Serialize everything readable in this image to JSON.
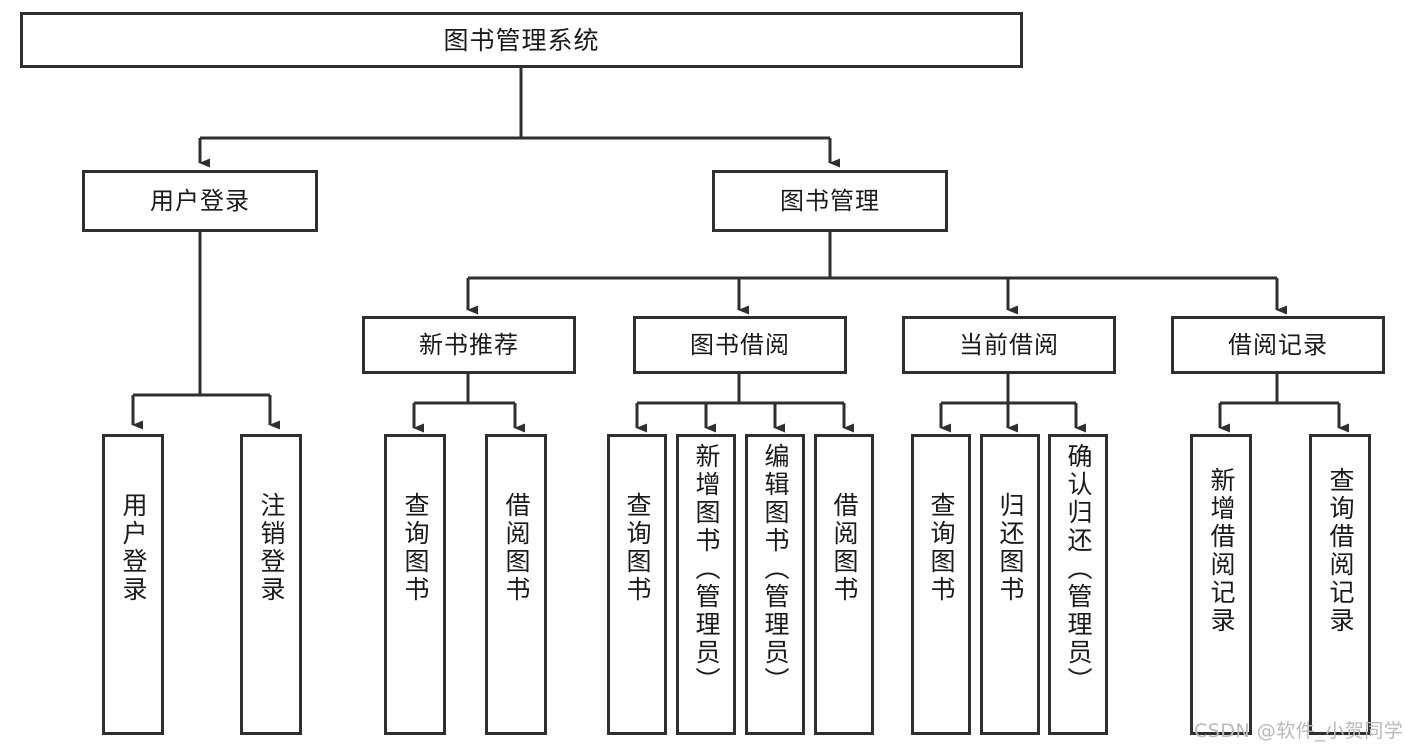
{
  "diagram": {
    "type": "tree",
    "title": "图书管理系统",
    "watermark": "CSDN @软件_小贺同学",
    "colors": {
      "box_border": "#2f2f2f",
      "box_fill": "#ffffff",
      "edge": "#2f2f2f",
      "text": "#1a1a1a",
      "watermark": "#b9b9b9",
      "background": "#ffffff"
    },
    "levels": {
      "root": {
        "label": "图书管理系统"
      },
      "level1": [
        {
          "id": "user-login",
          "label": "用户登录"
        },
        {
          "id": "book-manage",
          "label": "图书管理"
        }
      ],
      "level2": [
        {
          "id": "new-book-recommend",
          "label": "新书推荐",
          "parent": "book-manage"
        },
        {
          "id": "book-borrow",
          "label": "图书借阅",
          "parent": "book-manage"
        },
        {
          "id": "current-borrow",
          "label": "当前借阅",
          "parent": "book-manage"
        },
        {
          "id": "borrow-record",
          "label": "借阅记录",
          "parent": "book-manage"
        }
      ],
      "leaves": [
        {
          "id": "leaf-user-login",
          "label": "用户登录",
          "parent": "user-login"
        },
        {
          "id": "leaf-logout",
          "label": "注销登录",
          "parent": "user-login"
        },
        {
          "id": "leaf-query-book-1",
          "label": "查询图书",
          "parent": "new-book-recommend"
        },
        {
          "id": "leaf-borrow-book-1",
          "label": "借阅图书",
          "parent": "new-book-recommend"
        },
        {
          "id": "leaf-query-book-2",
          "label": "查询图书",
          "parent": "book-borrow"
        },
        {
          "id": "leaf-add-book",
          "label": "新增图书（管理员）",
          "parent": "book-borrow"
        },
        {
          "id": "leaf-edit-book",
          "label": "编辑图书（管理员）",
          "parent": "book-borrow"
        },
        {
          "id": "leaf-borrow-book-2",
          "label": "借阅图书",
          "parent": "book-borrow"
        },
        {
          "id": "leaf-query-book-3",
          "label": "查询图书",
          "parent": "current-borrow"
        },
        {
          "id": "leaf-return-book",
          "label": "归还图书",
          "parent": "current-borrow"
        },
        {
          "id": "leaf-confirm-return",
          "label": "确认归还（管理员）",
          "parent": "current-borrow"
        },
        {
          "id": "leaf-add-record",
          "label": "新增借阅记录",
          "parent": "borrow-record"
        },
        {
          "id": "leaf-query-record",
          "label": "查询借阅记录",
          "parent": "borrow-record"
        }
      ]
    }
  }
}
